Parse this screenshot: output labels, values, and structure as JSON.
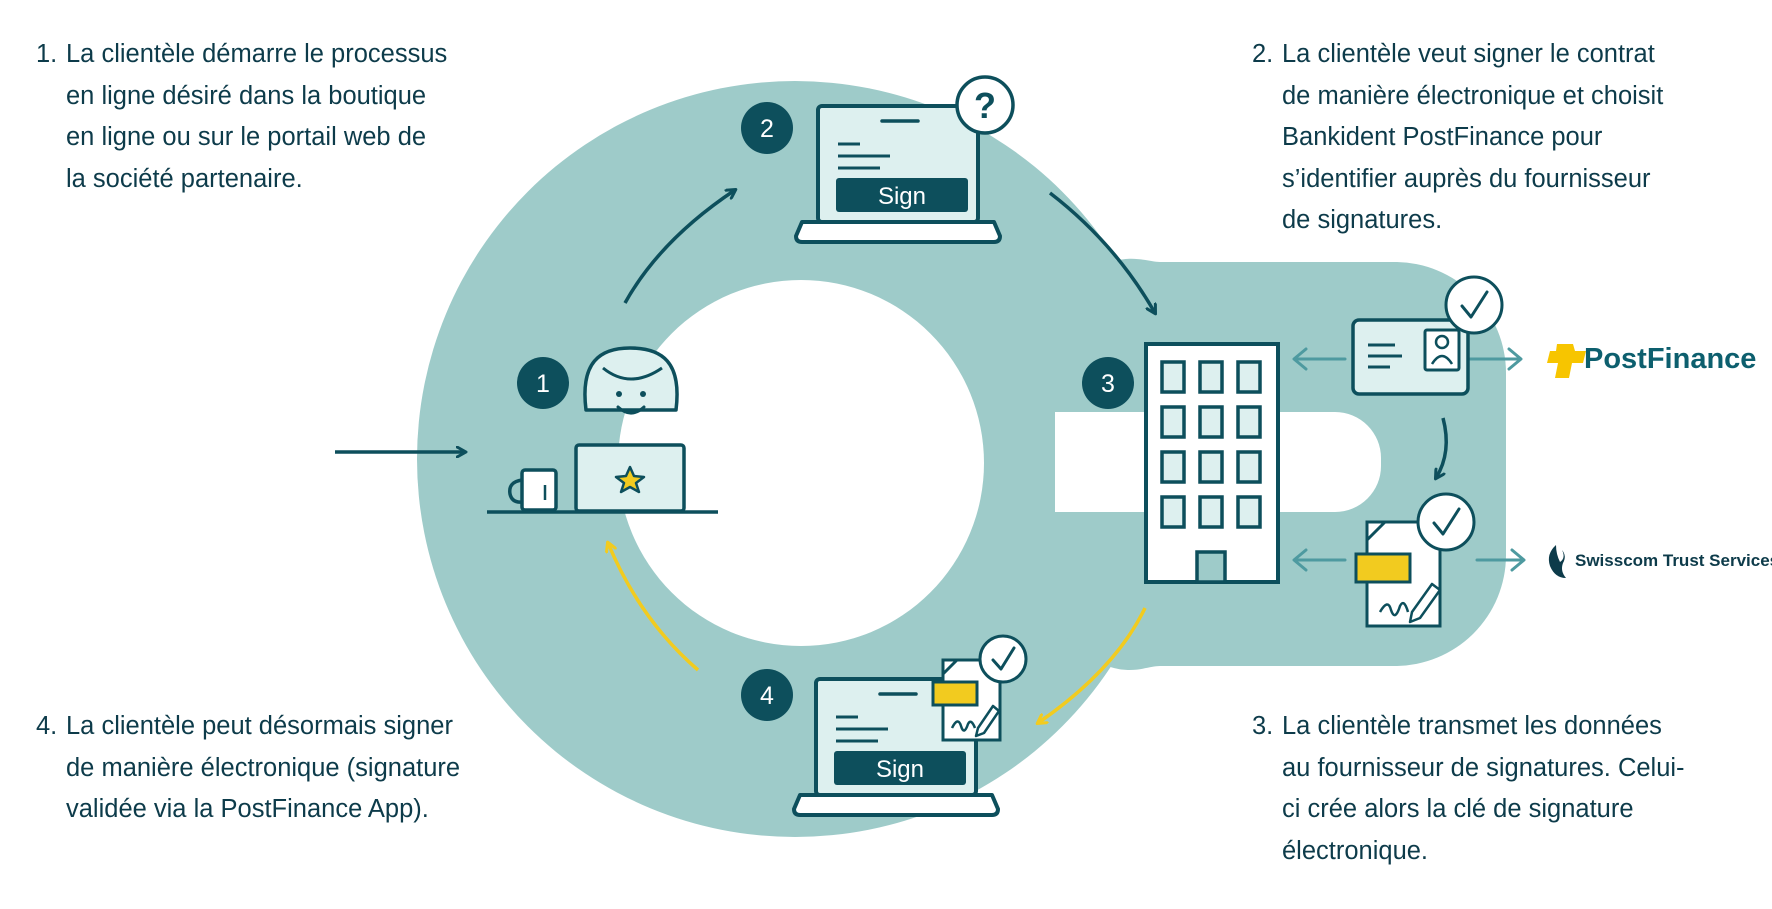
{
  "steps": [
    {
      "number": "1.",
      "lines": [
        "La clientèle démarre le processus",
        "en ligne désiré dans la boutique",
        "en ligne ou sur le portail web de",
        "la société partenaire."
      ]
    },
    {
      "number": "2.",
      "lines": [
        "La clientèle veut signer le contrat",
        "de manière électronique et choisit",
        "Bankident PostFinance pour",
        "s’identifier auprès du fournisseur",
        "de signatures."
      ]
    },
    {
      "number": "3.",
      "lines": [
        "La clientèle transmet les données",
        "au fournisseur de signatures. Celui-",
        "ci crée alors la clé de signature",
        "électronique."
      ]
    },
    {
      "number": "4.",
      "lines": [
        "La clientèle peut désormais signer",
        "de manière électronique (signature",
        "validée via la PostFinance App)."
      ]
    }
  ],
  "badges": {
    "b1": "1",
    "b2": "2",
    "b3": "3",
    "b4": "4"
  },
  "laptops": {
    "top_sign_label": "Sign",
    "bottom_sign_label": "Sign",
    "help_mark": "?"
  },
  "logos": {
    "postfinance": "PostFinance",
    "swisscom": "Swisscom Trust Services"
  },
  "icons": [
    "arrow-right-icon",
    "person-icon",
    "laptop-icon",
    "coffee-mug-icon",
    "star-icon",
    "question-icon",
    "building-icon",
    "id-card-icon",
    "check-icon",
    "document-sign-icon",
    "pen-icon",
    "postfinance-cross-icon",
    "swisscom-flame-icon"
  ],
  "colors": {
    "ring": "#9ecbc9",
    "dark": "#0d4f5c",
    "teal_arrow": "#4e9aa0",
    "yellow": "#f2cb1f",
    "light_fill": "#ddf0ef",
    "text": "#0d3b4a",
    "postfinance_yellow": "#f7c500"
  }
}
